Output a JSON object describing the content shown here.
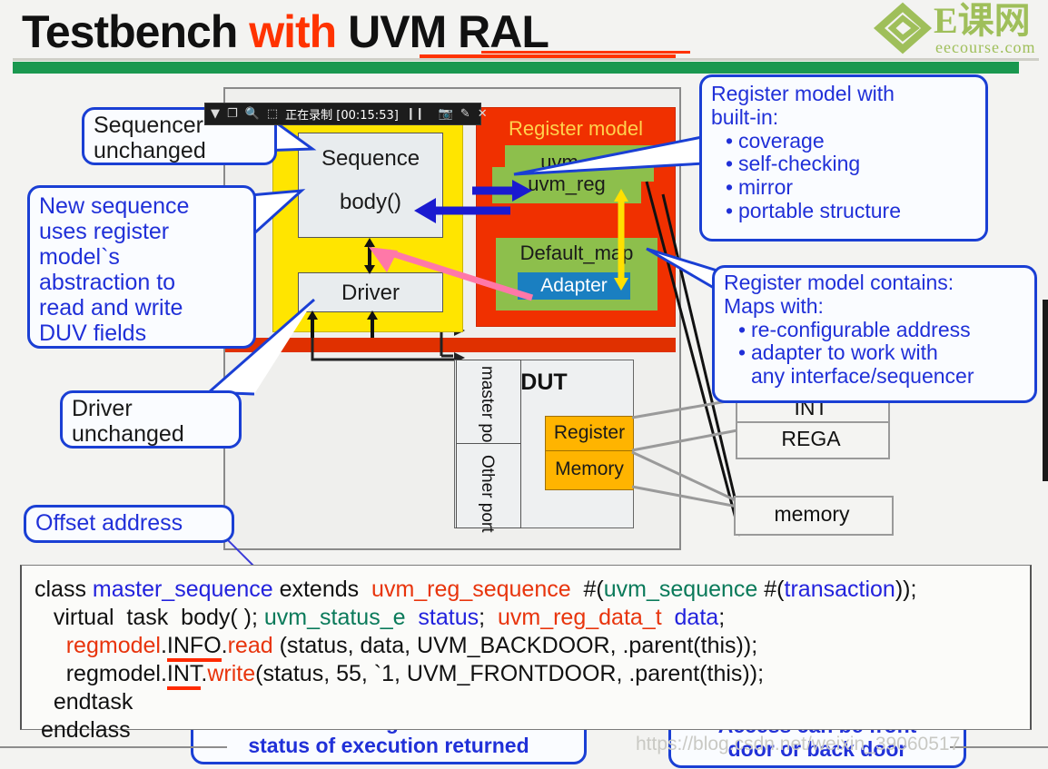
{
  "header": {
    "title_part1": "Testbench ",
    "title_highlight": "with",
    "title_part2": " UVM RAL",
    "logo_text": "E课网",
    "logo_sub": "eecourse.com",
    "accent_red": "#ff3300",
    "accent_green": "#1a9850",
    "logo_green": "#9fbf5a"
  },
  "recorder": {
    "status": "正在录制 [00:15:53]",
    "dropdown_icon": "▼",
    "window_icon": "❐",
    "zoom_icon": "🔍",
    "region_icon": "⬚",
    "pause_icon": "❙❙",
    "stop_icon": "■",
    "camera_icon": "📷",
    "pen_icon": "✎",
    "close_icon": "✕"
  },
  "diagram": {
    "sequence_label": "Sequence",
    "body_label": "body()",
    "driver_label": "Driver",
    "register_model_title": "Register model",
    "uvm_reg_back": "uvm_reg",
    "uvm_reg_front": "uvm_reg",
    "default_map": "Default_map",
    "adapter": "Adapter",
    "dut": "DUT",
    "master_port": "master port",
    "other_port": "Other port",
    "dut_register": "Register",
    "dut_memory": "Memory",
    "reg_list": [
      "INT",
      "REGA"
    ],
    "memory_box": "memory",
    "colors": {
      "agent_yellow": "#ffe500",
      "regmodel_red": "#f03000",
      "regmodel_title": "#ffd24d",
      "uvm_reg_green": "#8dbf4c",
      "adapter_blue": "#1a7fc1",
      "dut_orange": "#ffb400",
      "separator_red": "#e03000"
    }
  },
  "callouts": {
    "sequencer": "Sequencer\nunchanged",
    "new_sequence": "New sequence\nuses register\nmodel`s\nabstraction to\nread and write\nDUV fields",
    "driver": "Driver\nunchanged",
    "offset_address": "Offset address",
    "register_model_builtin_title": "Register model with\nbuilt-in:",
    "register_model_builtin_bullets": [
      "coverage",
      "self-checking",
      "mirror",
      "portable structure"
    ],
    "register_model_contains_title": "Register model contains:\nMaps with:",
    "register_model_contains_bullets": [
      "re-configurable address",
      "adapter to work with\n   any interface/sequencer"
    ],
    "access_names": "Access via reg/mem names\nstatus of execution returned",
    "access_door": "Access can be front\ndoor or back door"
  },
  "code": {
    "line1": {
      "kw_class": "class ",
      "name": "master_sequence",
      "extends": " extends  ",
      "base": "uvm_reg_sequence",
      "param_open": "  #(",
      "param1": "uvm_sequence",
      "hash2": " #(",
      "param2": "transaction",
      "tail": "));"
    },
    "line2": {
      "indent": "   ",
      "virtual": "virtual  task  body( ); ",
      "type1": "uvm_status_e",
      "var1": "  status",
      "semi1": "; ",
      "type2": " uvm_reg_data_t",
      "var2": "  data",
      "semi2": ";"
    },
    "line3": {
      "indent": "     ",
      "regmodel": "regmodel",
      "dot1": ".",
      "field": "INFO",
      "dot2": ".",
      "method": "read",
      "args": " (status, data, UVM_BACKDOOR, .parent(this));"
    },
    "line4": {
      "indent": "     ",
      "regmodel": "regmodel",
      "dot1": ".",
      "field": "INT",
      "dot2": ".",
      "method": "write",
      "args": "(status, 55, `1, UVM_FRONTDOOR, .parent(this));"
    },
    "line5": "   endtask",
    "line6": " endclass"
  },
  "watermark": "https://blog.csdn.net/weixin_39060517"
}
